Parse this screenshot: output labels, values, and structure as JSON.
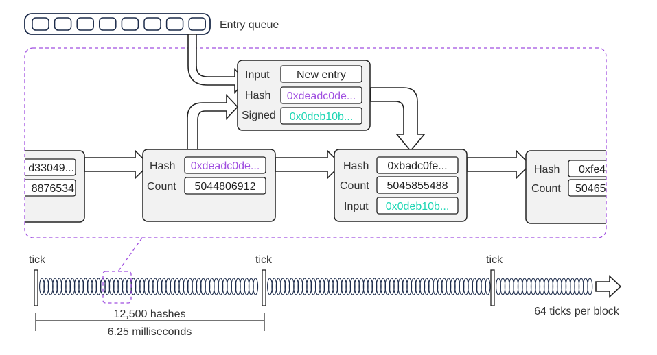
{
  "queue": {
    "label": "Entry queue",
    "slots": 8
  },
  "entry_box": {
    "input_label": "Input",
    "input_value": "New entry",
    "hash_label": "Hash",
    "hash_value": "0xdeadc0de...",
    "signed_label": "Signed",
    "signed_value": "0x0deb10b..."
  },
  "left_block": {
    "hash_value": "d33049...",
    "count_value": "8876534"
  },
  "block_a": {
    "hash_label": "Hash",
    "hash_value": "0xdeadc0de...",
    "count_label": "Count",
    "count_value": "5044806912"
  },
  "block_b": {
    "hash_label": "Hash",
    "hash_value": "0xbadc0fe...",
    "count_label": "Count",
    "count_value": "5045855488",
    "input_label": "Input",
    "input_value": "0x0deb10b..."
  },
  "right_block": {
    "hash_label": "Hash",
    "hash_value": "0xfe4",
    "count_label": "Count",
    "count_value": "50465"
  },
  "timeline": {
    "tick_label": "tick",
    "hashes_label": "12,500 hashes",
    "time_label": "6.25 milliseconds",
    "per_block_label": "64 ticks per block"
  },
  "colors": {
    "accent_purple": "#a04fe0",
    "accent_teal": "#1dd6b4",
    "outline": "#222222",
    "box_fill": "#f2f2f2"
  }
}
